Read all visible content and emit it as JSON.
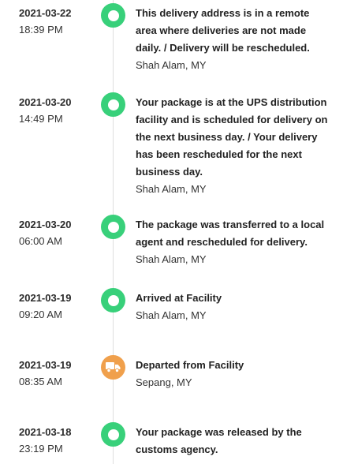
{
  "events": [
    {
      "date": "2021-03-22",
      "time": "18:39 PM",
      "description": "This delivery address is in a remote area where deliveries are not made daily. / Delivery will be rescheduled.",
      "location": "Shah Alam, MY",
      "icon": "check-circle-icon",
      "status": "completed"
    },
    {
      "date": "2021-03-20",
      "time": "14:49 PM",
      "description": "Your package is at the UPS distribution facility and is scheduled for delivery on the next business day. / Your delivery has been rescheduled for the next business day.",
      "location": "Shah Alam, MY",
      "icon": "check-circle-icon",
      "status": "completed"
    },
    {
      "date": "2021-03-20",
      "time": "06:00 AM",
      "description": "The package was transferred to a local agent and rescheduled for delivery.",
      "location": "Shah Alam, MY",
      "icon": "check-circle-icon",
      "status": "completed"
    },
    {
      "date": "2021-03-19",
      "time": "09:20 AM",
      "description": "Arrived at Facility",
      "location": "Shah Alam, MY",
      "icon": "check-circle-icon",
      "status": "completed"
    },
    {
      "date": "2021-03-19",
      "time": "08:35 AM",
      "description": "Departed from Facility",
      "location": "Sepang, MY",
      "icon": "truck-icon",
      "status": "in-transit"
    },
    {
      "date": "2021-03-18",
      "time": "23:19 PM",
      "description": "Your package was released by the customs agency.",
      "location": "",
      "icon": "check-circle-icon",
      "status": "completed"
    }
  ],
  "colors": {
    "completed": "#38d07a",
    "in_transit": "#f0a04c",
    "rail": "#dedede"
  }
}
